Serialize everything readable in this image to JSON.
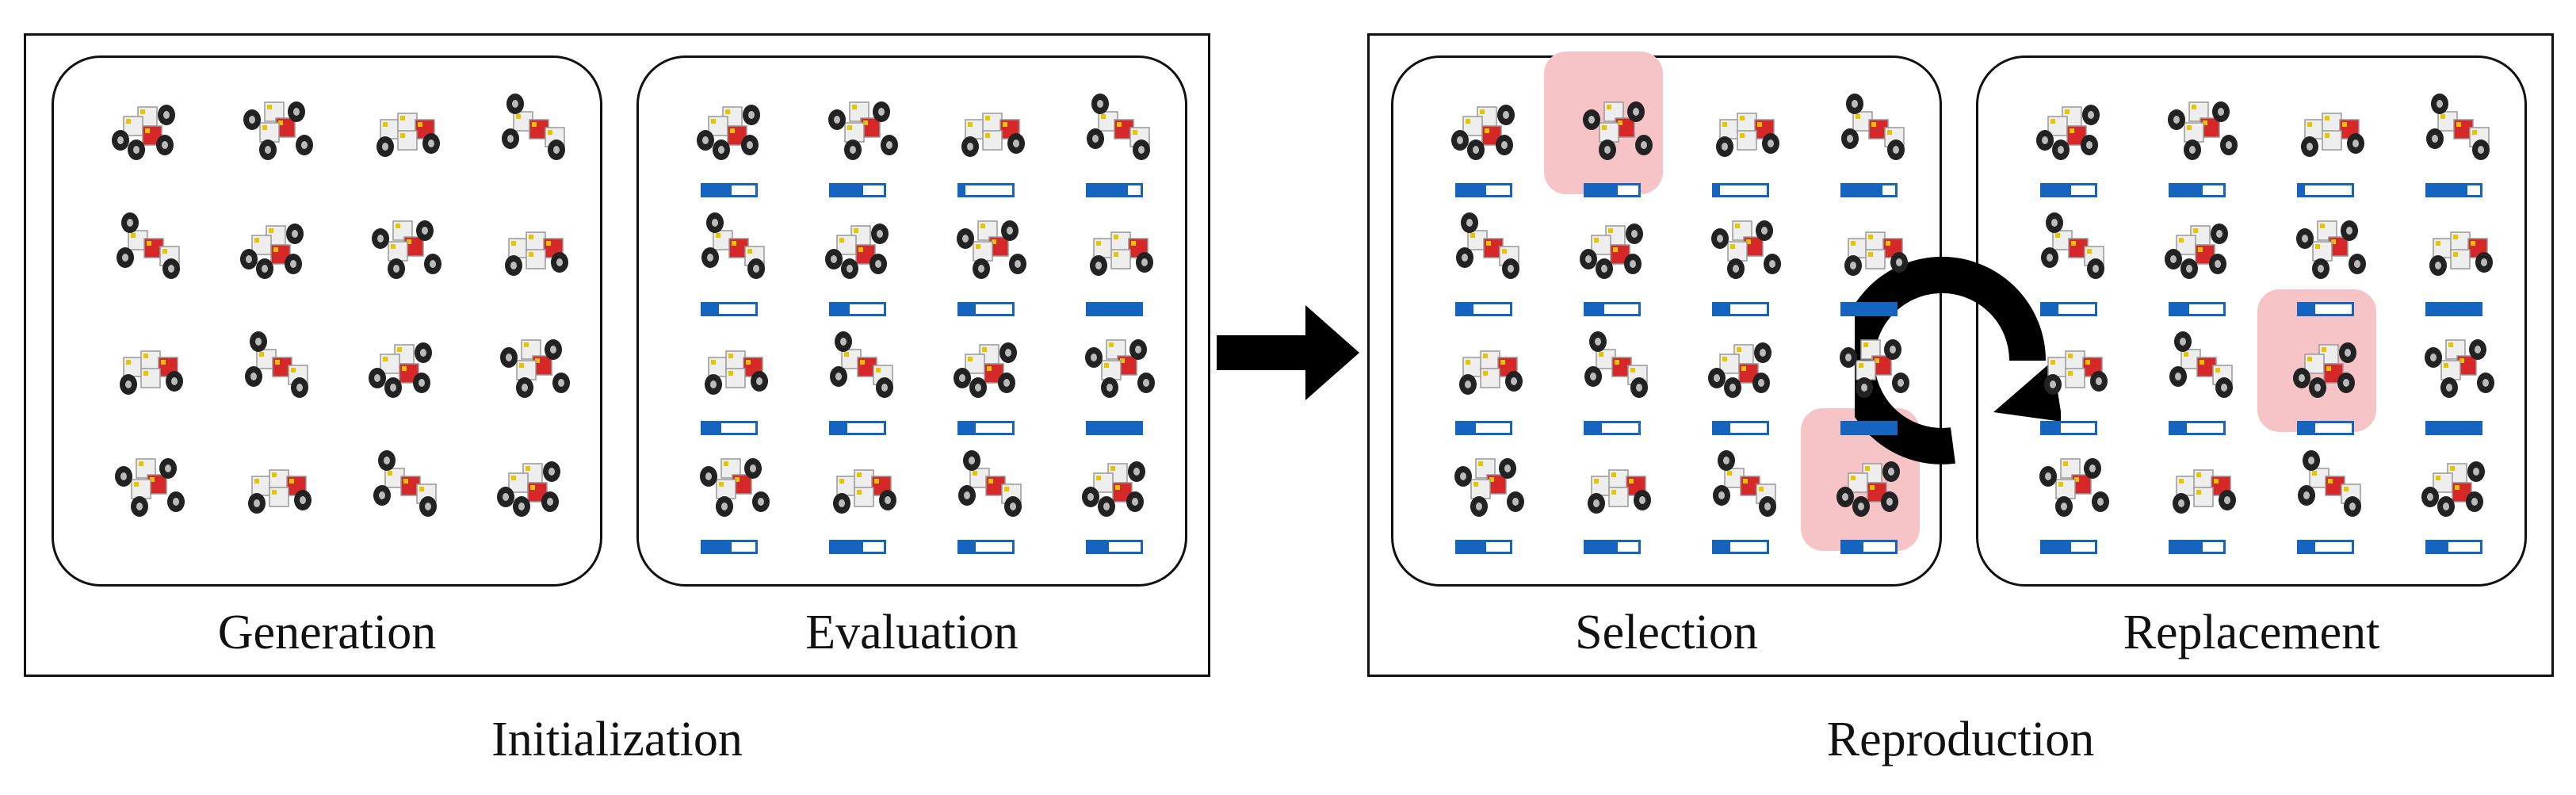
{
  "groups": [
    {
      "label": "Initialization"
    },
    {
      "label": "Reproduction"
    }
  ],
  "panels": [
    {
      "label": "Generation",
      "show_bars": false,
      "highlights": []
    },
    {
      "label": "Evaluation",
      "show_bars": true,
      "highlights": []
    },
    {
      "label": "Selection",
      "show_bars": true,
      "highlights": [
        1,
        15
      ]
    },
    {
      "label": "Replacement",
      "show_bars": true,
      "highlights": [
        10
      ]
    }
  ],
  "fitness": [
    0.55,
    0.6,
    0.1,
    0.75,
    0.3,
    0.35,
    0.3,
    1.0,
    0.35,
    0.3,
    0.3,
    1.0,
    0.55,
    0.6,
    0.3,
    0.4
  ],
  "colors": {
    "bar": "#1565c0",
    "highlight": "#f6c4c6",
    "robot_module": "#eeeeee",
    "robot_core": "#d62828",
    "wheel": "#222222"
  },
  "icons": {
    "robot": "modular-robot-icon",
    "arrow": "right-arrow-icon",
    "cycle": "cycle-arrow-icon"
  }
}
